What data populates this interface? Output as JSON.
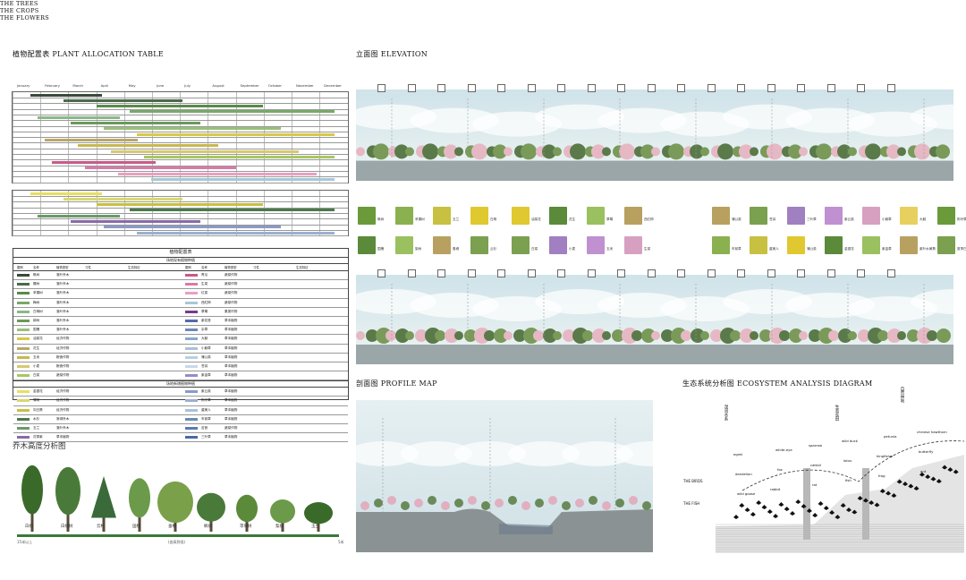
{
  "plant_table_section": {
    "title": "植物配置表 PLANT ALLOCATION TABLE",
    "months": [
      "January",
      "February",
      "March",
      "April",
      "May",
      "June",
      "July",
      "August",
      "September",
      "October",
      "November",
      "December"
    ],
    "table_title": "植物配置表",
    "subhead_existing": "场地现有植物种植",
    "subhead_new": "场地新增植物种植",
    "col_headers": [
      "图例",
      "名称",
      "植物类型",
      "习性",
      "生态特征",
      "图例",
      "名称",
      "植物类型",
      "习性",
      "生态特征"
    ],
    "existing_left": [
      {
        "name": "枫树",
        "type": "落叶乔木",
        "color": "#3a4a3a"
      },
      {
        "name": "樱树",
        "type": "落叶乔木",
        "color": "#4a6a4a"
      },
      {
        "name": "苹果树",
        "type": "落叶乔木",
        "color": "#5a8a4a"
      },
      {
        "name": "梅树",
        "type": "落叶乔木",
        "color": "#7aa86a"
      },
      {
        "name": "白杨树",
        "type": "落叶乔木",
        "color": "#8ab88a"
      },
      {
        "name": "柳树",
        "type": "落叶乔木",
        "color": "#6a9a5a"
      },
      {
        "name": "国槐",
        "type": "落叶乔木",
        "color": "#9ac07a"
      },
      {
        "name": "油菜花",
        "type": "经济作物",
        "color": "#d8c84a"
      },
      {
        "name": "花生",
        "type": "经济作物",
        "color": "#b8a86a"
      },
      {
        "name": "玉米",
        "type": "粮食作物",
        "color": "#c8b850"
      },
      {
        "name": "小麦",
        "type": "粮食作物",
        "color": "#d8c870"
      },
      {
        "name": "白菜",
        "type": "蔬菜作物",
        "color": "#a8c860"
      }
    ],
    "existing_right": [
      {
        "name": "青瓜",
        "type": "蔬菜作物",
        "color": "#c85a8a"
      },
      {
        "name": "生菜",
        "type": "蔬菜作物",
        "color": "#d87aaa"
      },
      {
        "name": "红菜",
        "type": "蔬菜作物",
        "color": "#e8a0c0"
      },
      {
        "name": "西红柿",
        "type": "蔬菜作物",
        "color": "#a8c8d8"
      },
      {
        "name": "草莓",
        "type": "果类作物",
        "color": "#7a3a8a"
      },
      {
        "name": "紫花苜",
        "type": "草本植物",
        "color": "#5a6aa8"
      },
      {
        "name": "杂草",
        "type": "草本植物",
        "color": "#6a8ab8"
      },
      {
        "name": "大蓟",
        "type": "草本植物",
        "color": "#8aa8c8"
      },
      {
        "name": "小蓟草",
        "type": "草本植物",
        "color": "#a8c0d8"
      },
      {
        "name": "蒲公英",
        "type": "草本植物",
        "color": "#b8d0e0"
      },
      {
        "name": "苍耳",
        "type": "草本植物",
        "color": "#c8d8e8"
      },
      {
        "name": "紫金草",
        "type": "草本植物",
        "color": "#9a8ac8"
      }
    ],
    "new_left": [
      {
        "name": "金银花",
        "type": "经济作物",
        "color": "#e8e060"
      },
      {
        "name": "薄荷",
        "type": "经济作物",
        "color": "#d8d870"
      },
      {
        "name": "向日葵",
        "type": "经济作物",
        "color": "#c8c040"
      },
      {
        "name": "水杉",
        "type": "常绿乔木",
        "color": "#4a7a4a"
      },
      {
        "name": "玉兰",
        "type": "落叶乔木",
        "color": "#6a9a6a"
      },
      {
        "name": "花草紫",
        "type": "草本植物",
        "color": "#8a6aa8"
      }
    ],
    "new_right": [
      {
        "name": "紫云英",
        "type": "草本植物",
        "color": "#8a9ac8"
      },
      {
        "name": "狗牙草",
        "type": "草本植物",
        "color": "#9ab0d0"
      },
      {
        "name": "虞美人",
        "type": "草本植物",
        "color": "#a8c0e0"
      },
      {
        "name": "车前草",
        "type": "草本植物",
        "color": "#6a8ab0"
      },
      {
        "name": "苦苣",
        "type": "蔬菜作物",
        "color": "#5a7ab8"
      },
      {
        "name": "三叶草",
        "type": "草本植物",
        "color": "#4a6aa8"
      }
    ]
  },
  "tree_height": {
    "title": "乔木高度分析图",
    "trees": [
      "白杨",
      "白杨树",
      "云杉",
      "国槐",
      "垂柳",
      "枫树",
      "苹果树",
      "梨树",
      "玉兰"
    ],
    "axis_left": "15米以上",
    "axis_mid": "(由高到低)",
    "axis_right": "5米"
  },
  "elevation": {
    "title": "立面图 ELEVATION",
    "groups": [
      {
        "title": "THE TREES",
        "items": [
          "枫树",
          "苹果树",
          "玉兰",
          "白杨",
          "国槐",
          "梨树",
          "垂柳",
          "云杉"
        ]
      },
      {
        "title": "THE CROPS",
        "items": [
          "油菜花",
          "花生",
          "草莓",
          "西红柿",
          "白菜",
          "小麦",
          "玉米",
          "生菜"
        ]
      },
      {
        "title": "THE FLOWERS",
        "items": [
          "蒲公英",
          "苍耳",
          "三叶草",
          "紫云英",
          "小蓟草",
          "大蓟",
          "狗牙草",
          "车前草",
          "虞美人",
          "蒲公英",
          "金银花",
          "紫金草",
          "紫叶水黄葵",
          "夏季白"
        ]
      }
    ]
  },
  "profile": {
    "title": "剖面图 PROFILE MAP"
  },
  "ecosystem": {
    "title": "生态系统分析图 ECOSYSTEM ANALYSIS DIAGRAM",
    "side_labels": [
      "THE BIRDS",
      "THE FISH"
    ],
    "vertical_labels": [
      "湿润水系",
      "生态农田",
      "自然林地"
    ],
    "species": [
      "egret",
      "white-eye",
      "sparrow",
      "wild duck",
      "petunia",
      "chinese hawthorn",
      "dandelion",
      "fox",
      "cattail",
      "lotus",
      "kingfisher",
      "butterfly",
      "wild goose",
      "rabbit",
      "rat",
      "fish",
      "frog",
      "ant"
    ]
  }
}
